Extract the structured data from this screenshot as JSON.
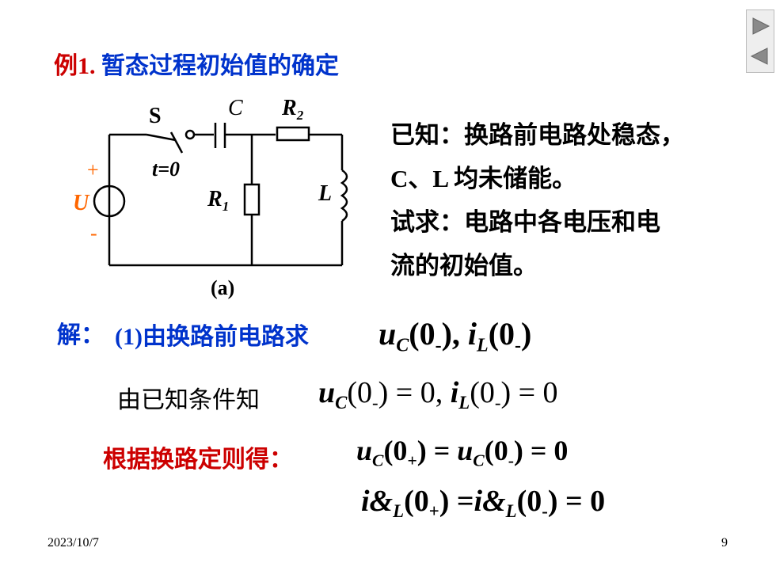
{
  "header": {
    "title_prefix": "例1.",
    "title_text": "暂态过程初始值的确定"
  },
  "circuit": {
    "caption": "(a)",
    "labels": {
      "switch": "S",
      "capacitor": "C",
      "r2": "R",
      "r2_sub": "2",
      "r1": "R",
      "r1_sub": "1",
      "inductor": "L",
      "source": "U",
      "plus": "+",
      "minus": "-",
      "switch_time": "t=0"
    }
  },
  "given": {
    "line1": "已知：换路前电路处稳态，",
    "line2": "C、L 均未储能。",
    "line3": "试求：电路中各电压和电",
    "line4": "流的初始值。"
  },
  "solution": {
    "label": "解：",
    "step1": "(1)由换路前电路求",
    "known_text": "由已知条件知",
    "rule_text": "根据换路定则得："
  },
  "equations": {
    "eq1": {
      "u": "u",
      "usub": "C",
      "arg1": "(0",
      "minus": "-",
      "close": "),",
      "i": "i",
      "isub": "L",
      "arg2": "(0",
      "minus2": "-",
      "close2": ")"
    },
    "eq2": {
      "u": "u",
      "usub": "C",
      "arg1": "(0",
      "minus": "-",
      "rest1": ") = 0,",
      "i": "i",
      "isub": "L",
      "arg2": "(0",
      "minus2": "-",
      "rest2": ") = 0"
    },
    "eq3": {
      "u": "u",
      "usub": "C",
      "arg1": "(0",
      "plus": "+",
      "mid": ") = ",
      "u2": "u",
      "usub2": "C",
      "arg2": "(0",
      "minus": "-",
      "rest": ") = 0"
    },
    "eq4": {
      "i": "i&",
      "isub": "L",
      "arg1": "(0",
      "plus": "+",
      "mid": ") =",
      "i2": "i&",
      "isub2": "L",
      "arg2": "(0",
      "minus": "-",
      "rest": ") = 0"
    }
  },
  "footer": {
    "date": "2023/10/7",
    "page": "9"
  },
  "nav": {
    "next_icon": "play-right-icon",
    "prev_icon": "play-left-icon"
  },
  "colors": {
    "red": "#cc0000",
    "blue": "#0033cc",
    "orange": "#ff6600"
  }
}
